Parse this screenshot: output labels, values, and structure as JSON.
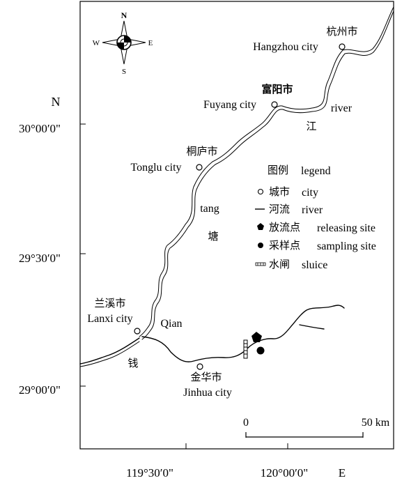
{
  "compass": {
    "n": "N",
    "s": "S",
    "e": "E",
    "w": "W"
  },
  "axes": {
    "lat_label": "N",
    "lat_ticks": [
      "30°00′0\"",
      "29°30′0\"",
      "29°00′0\""
    ],
    "lon_label": "E",
    "lon_ticks": [
      "119°30′0\"",
      "120°00′0\""
    ]
  },
  "cities": [
    {
      "cn": "杭州市",
      "en": "Hangzhou city"
    },
    {
      "cn": "富阳市",
      "en": "Fuyang city"
    },
    {
      "cn": "桐庐市",
      "en": "Tonglu city"
    },
    {
      "cn": "兰溪市",
      "en": "Lanxi city"
    },
    {
      "cn": "金华市",
      "en": "Jinhua city"
    }
  ],
  "river_labels": {
    "river": "river",
    "jiang": "江",
    "tang": "tang",
    "tang_cn": "塘",
    "qian": "Qian",
    "qian_cn": "钱"
  },
  "legend": {
    "title_cn": "图例",
    "title_en": "legend",
    "items": [
      {
        "icon": "open-circle",
        "cn": "城市",
        "en": "city"
      },
      {
        "icon": "line",
        "cn": "河流",
        "en": "river"
      },
      {
        "icon": "pentagon",
        "cn": "放流点",
        "en": "releasing site"
      },
      {
        "icon": "filled-circle",
        "cn": "采样点",
        "en": "sampling site"
      },
      {
        "icon": "hatched-bar",
        "cn": "水闸",
        "en": "sluice"
      }
    ]
  },
  "scale_bar": {
    "start": "0",
    "end": "50 km"
  }
}
